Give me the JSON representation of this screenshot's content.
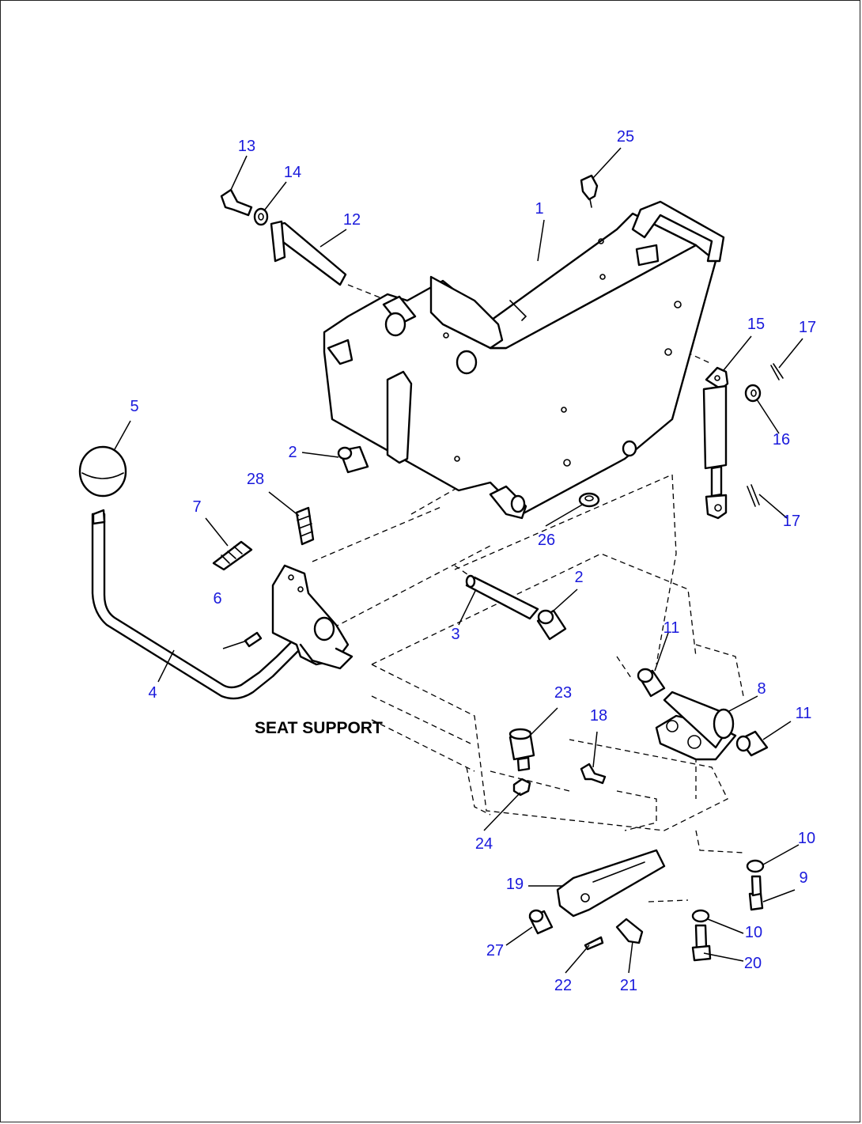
{
  "caption": "SEAT SUPPORT",
  "label_color": "#1a1adc",
  "callouts": [
    {
      "id": "c1",
      "text": "1"
    },
    {
      "id": "c2a",
      "text": "2"
    },
    {
      "id": "c2b",
      "text": "2"
    },
    {
      "id": "c3",
      "text": "3"
    },
    {
      "id": "c4",
      "text": "4"
    },
    {
      "id": "c5",
      "text": "5"
    },
    {
      "id": "c6",
      "text": "6"
    },
    {
      "id": "c7",
      "text": "7"
    },
    {
      "id": "c8",
      "text": "8"
    },
    {
      "id": "c9",
      "text": "9"
    },
    {
      "id": "c10a",
      "text": "10"
    },
    {
      "id": "c10b",
      "text": "10"
    },
    {
      "id": "c11a",
      "text": "11"
    },
    {
      "id": "c11b",
      "text": "11"
    },
    {
      "id": "c12",
      "text": "12"
    },
    {
      "id": "c13",
      "text": "13"
    },
    {
      "id": "c14",
      "text": "14"
    },
    {
      "id": "c15",
      "text": "15"
    },
    {
      "id": "c16",
      "text": "16"
    },
    {
      "id": "c17a",
      "text": "17"
    },
    {
      "id": "c17b",
      "text": "17"
    },
    {
      "id": "c18",
      "text": "18"
    },
    {
      "id": "c19",
      "text": "19"
    },
    {
      "id": "c20",
      "text": "20"
    },
    {
      "id": "c21",
      "text": "21"
    },
    {
      "id": "c22",
      "text": "22"
    },
    {
      "id": "c23",
      "text": "23"
    },
    {
      "id": "c24",
      "text": "24"
    },
    {
      "id": "c25",
      "text": "25"
    },
    {
      "id": "c26",
      "text": "26"
    },
    {
      "id": "c27",
      "text": "27"
    },
    {
      "id": "c28",
      "text": "28"
    }
  ]
}
